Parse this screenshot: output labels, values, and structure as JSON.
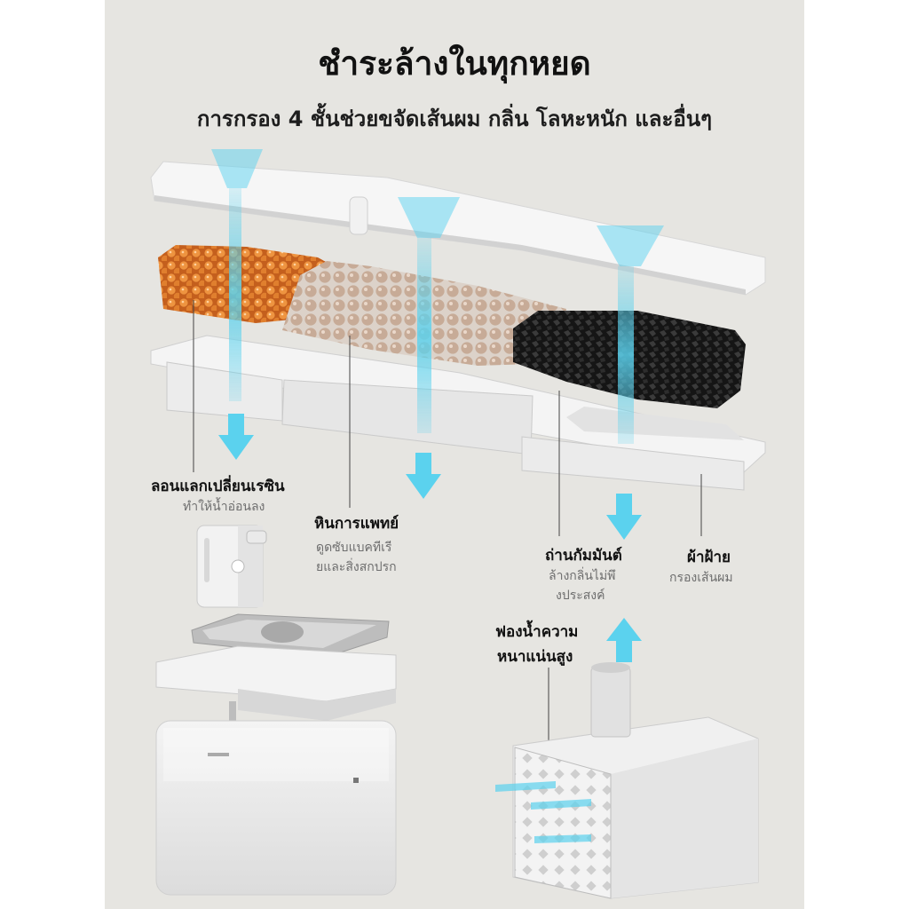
{
  "heading": {
    "title": "ชำระล้างในทุกหยด",
    "subtitle": "การกรอง 4 ชั้นช่วยขจัดเส้นผม กลิ่น โลหะหนัก และอื่นๆ"
  },
  "labels": {
    "resin": {
      "title": "ลอนแลกเปลี่ยนเรซิน",
      "desc": "ทำให้น้ำอ่อนลง"
    },
    "medical_stone": {
      "title": "หินการแพทย์",
      "desc_1": "ดูดซับแบคทีเรี",
      "desc_2": "ยและสิ่งสกปรก"
    },
    "carbon": {
      "title": "ถ่านกัมมันต์",
      "desc_1": "ล้างกลิ่นไม่พึ",
      "desc_2": "งประสงค์"
    },
    "cotton": {
      "title": "ผ้าฝ้าย",
      "desc": "กรองเส้นผม"
    },
    "foam": {
      "line_1": "ฟองน้ำความ",
      "line_2": "หนาแน่นสูง"
    }
  },
  "colors": {
    "panel": "#e6e5e1",
    "water_flow": "#5bd2ee",
    "resin": "#d9772b",
    "stone": "#c8ad98",
    "carbon": "#1f1f1f"
  },
  "icons": [
    "arrow-down-icon",
    "arrow-up-icon"
  ]
}
